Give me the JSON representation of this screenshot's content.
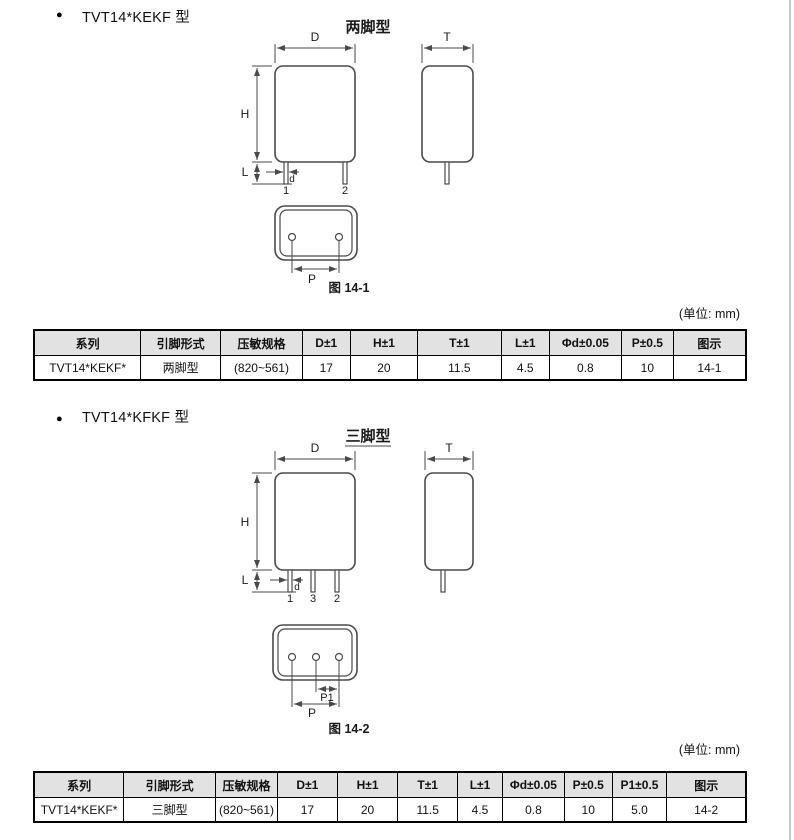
{
  "section1": {
    "bullet": "●",
    "title": "TVT14*KEKF 型",
    "unit_note": "(单位: mm)",
    "figure": {
      "title": "两脚型",
      "caption": "图 14-1",
      "dims": {
        "D": "D",
        "H": "H",
        "T": "T",
        "L": "L",
        "d": "d",
        "P": "P"
      },
      "pins": {
        "p1": "1",
        "p2": "2"
      }
    },
    "table": {
      "headers": [
        "系列",
        "引脚形式",
        "压敏规格",
        "D±1",
        "H±1",
        "T±1",
        "L±1",
        "Φd±0.05",
        "P±0.5",
        "图示"
      ],
      "rows": [
        [
          "TVT14*KEKF*",
          "两脚型",
          "(820~561)",
          "17",
          "20",
          "11.5",
          "4.5",
          "0.8",
          "10",
          "14-1"
        ]
      ]
    }
  },
  "section2": {
    "bullet": "●",
    "title": "TVT14*KFKF 型",
    "unit_note": "(单位: mm)",
    "figure": {
      "title": "三脚型",
      "caption": "图 14-2",
      "dims": {
        "D": "D",
        "H": "H",
        "T": "T",
        "L": "L",
        "d": "d",
        "P": "P",
        "P1": "P1"
      },
      "pins": {
        "p1": "1",
        "p2": "2",
        "p3": "3"
      }
    },
    "table": {
      "headers": [
        "系列",
        "引脚形式",
        "压敏规格",
        "D±1",
        "H±1",
        "T±1",
        "L±1",
        "Φd±0.05",
        "P±0.5",
        "P1±0.5",
        "图示"
      ],
      "rows": [
        [
          "TVT14*KEKF*",
          "三脚型",
          "(820~561)",
          "17",
          "20",
          "11.5",
          "4.5",
          "0.8",
          "10",
          "5.0",
          "14-2"
        ]
      ]
    }
  }
}
